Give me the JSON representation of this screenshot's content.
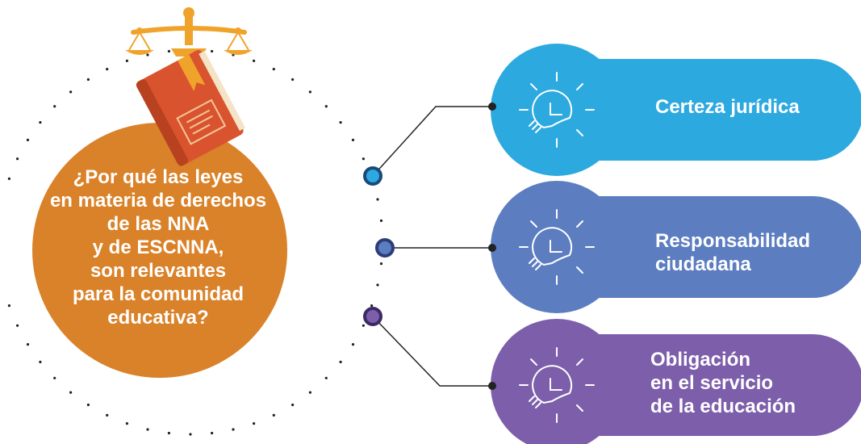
{
  "question": {
    "lines": [
      "¿Por qué las leyes",
      "en materia de derechos",
      "de las NNA",
      "y de ESCNNA,",
      "son relevantes",
      "para la comunidad",
      "educativa?"
    ]
  },
  "items": [
    {
      "label_lines": [
        "Certeza jurídica"
      ],
      "color": "#2ca9df",
      "icon": "lightbulb-icon"
    },
    {
      "label_lines": [
        "Responsabilidad",
        "ciudadana"
      ],
      "color": "#5c7dc0",
      "icon": "lightbulb-icon"
    },
    {
      "label_lines": [
        "Obligación",
        "en el servicio",
        "de la educación"
      ],
      "color": "#7c5eaa",
      "icon": "lightbulb-icon"
    }
  ],
  "colors": {
    "main_circle": "#d98229",
    "book_cover": "#d9542e",
    "book_ribbon": "#f0a32b",
    "scale_gold": "#f0a32b",
    "connector": "#222222",
    "dots": "#222222"
  }
}
